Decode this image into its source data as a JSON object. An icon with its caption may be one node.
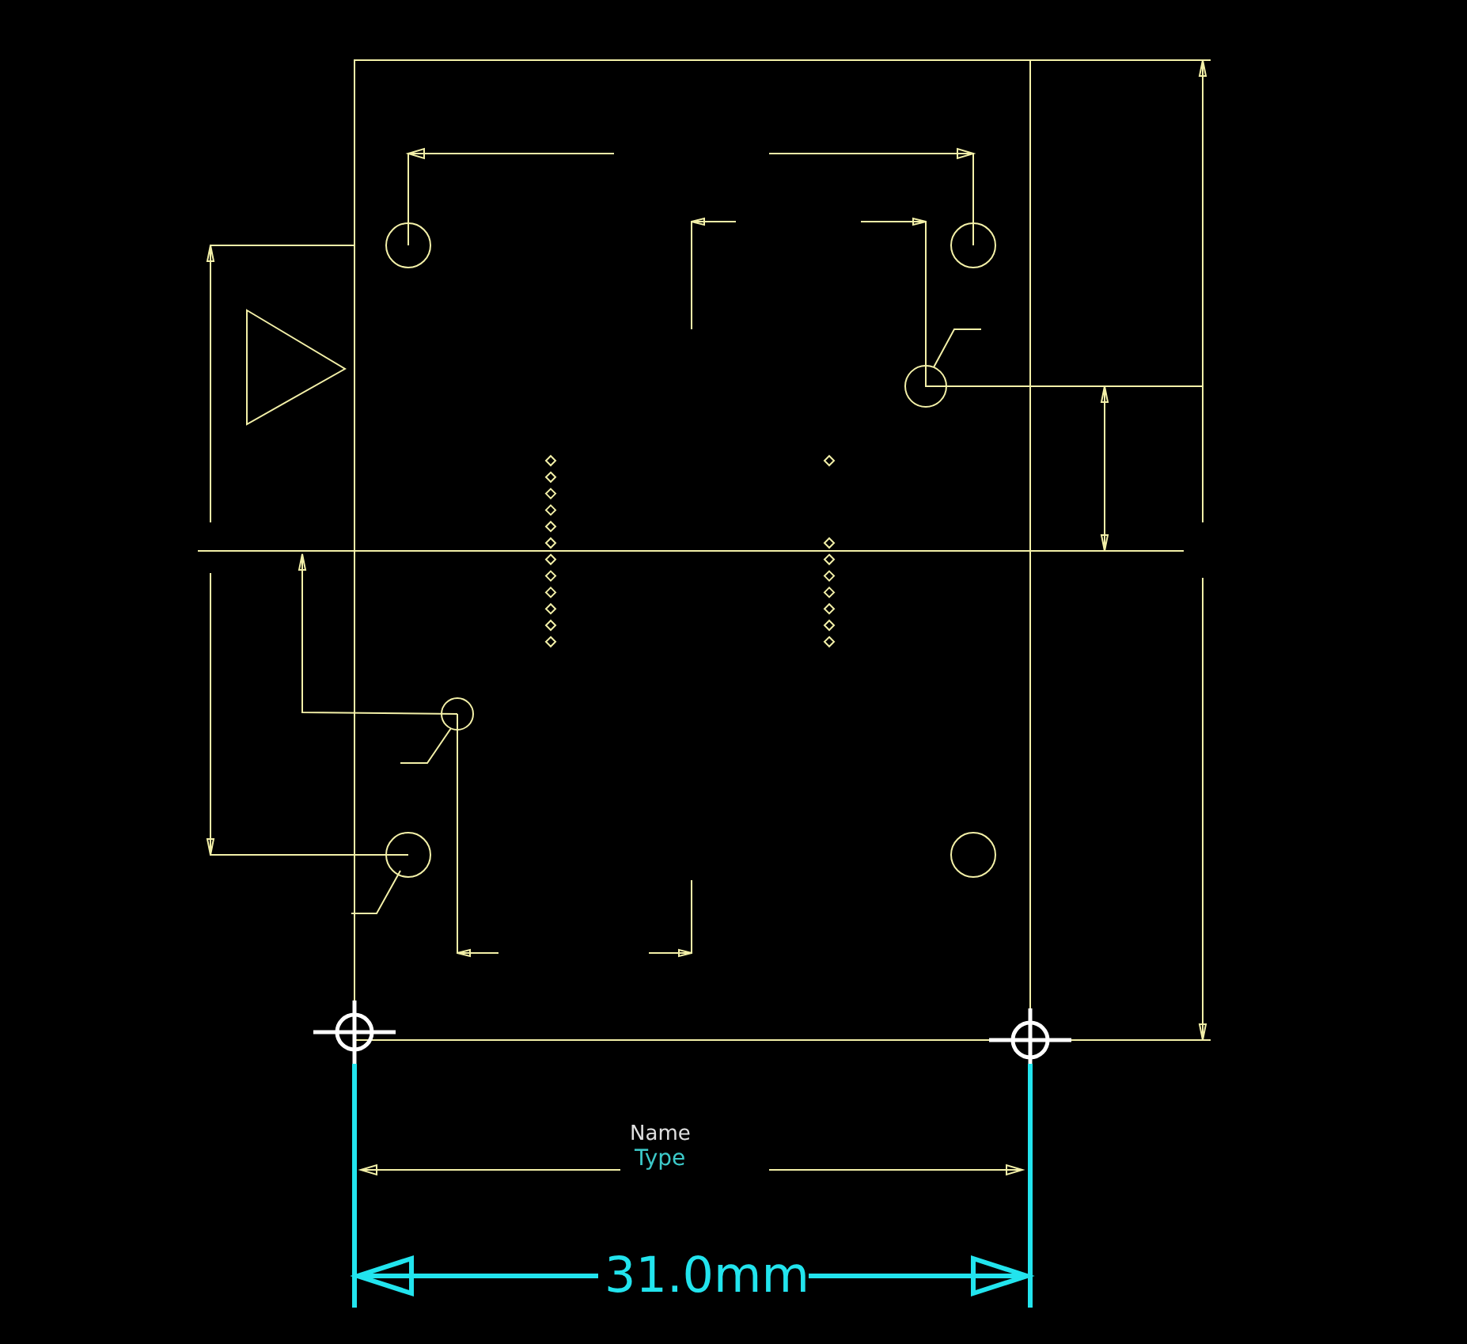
{
  "diagram": {
    "labels": [
      "Name",
      "Type",
      "31.0mm"
    ]
  }
}
